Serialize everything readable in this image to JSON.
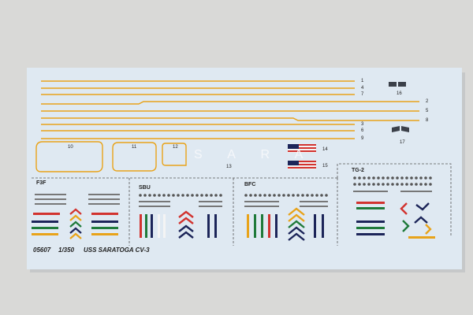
{
  "sheet": {
    "product_code": "05607",
    "scale": "1/350",
    "ship_name": "USS SARATOGA CV-3",
    "ghost_lettering": "S A R A"
  },
  "deck_stripes": {
    "labels": [
      "1",
      "4",
      "7",
      "2",
      "5",
      "8",
      "3",
      "6",
      "9"
    ],
    "color": "#e8a31a"
  },
  "decal_numbers": {
    "box_10": "10",
    "box_11": "11",
    "box_12": "12",
    "item_13": "13",
    "flag_14": "14",
    "flag_15": "15",
    "flag_16": "16",
    "flag_17": "17"
  },
  "panels": [
    {
      "id": "f3f",
      "title": "F3F"
    },
    {
      "id": "sbu",
      "title": "SBU"
    },
    {
      "id": "bfc",
      "title": "BFC"
    },
    {
      "id": "tg2",
      "title": "TG-2"
    }
  ],
  "colors": {
    "sheet": "#dfe9f2",
    "yellow": "#e8a31a",
    "red": "#d2332f",
    "green": "#1f7a3a",
    "navy": "#1c2559",
    "table": "#d7d7d5"
  }
}
